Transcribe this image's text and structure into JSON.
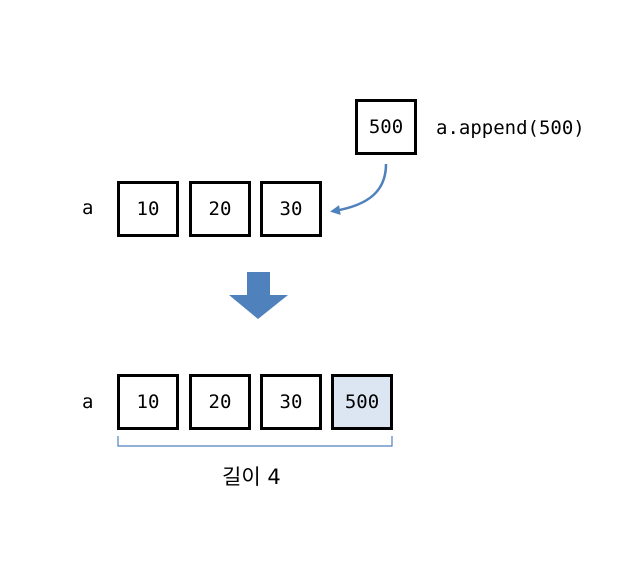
{
  "append_box": {
    "value": "500"
  },
  "code_label": "a.append(500)",
  "before": {
    "var_name": "a",
    "items": [
      "10",
      "20",
      "30"
    ]
  },
  "after": {
    "var_name": "a",
    "items": [
      "10",
      "20",
      "30",
      "500"
    ],
    "length_label": "길이 4"
  },
  "colors": {
    "arrow": "#4f81bd",
    "highlight_fill": "#dce6f2",
    "brace": "#4f81bd"
  }
}
